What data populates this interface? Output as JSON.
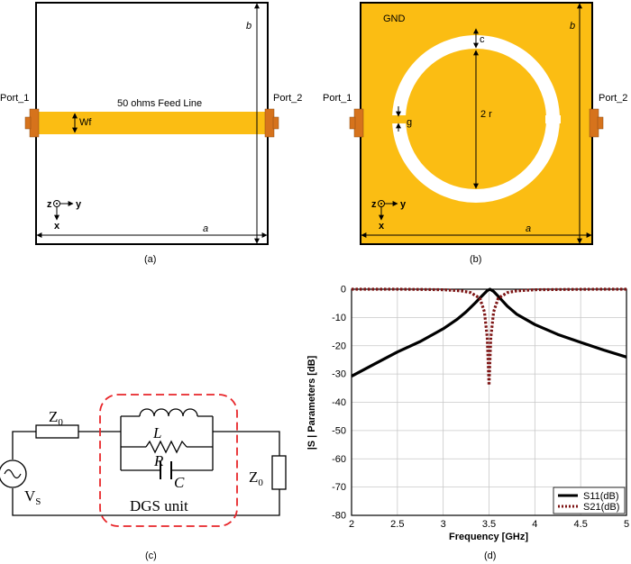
{
  "panel_a": {
    "caption": "(a)",
    "port1": "Port_1",
    "port2": "Port_2",
    "feed_label": "50 ohms Feed Line",
    "wf": "Wf",
    "dim_b": "b",
    "dim_a": "a",
    "axis_z": "z",
    "axis_y": "y",
    "axis_x": "x"
  },
  "panel_b": {
    "caption": "(b)",
    "gnd": "GND",
    "port1": "Port_1",
    "port2": "Port_2",
    "dim_c": "c",
    "dim_2r": "2 r",
    "dim_g": "g",
    "dim_b": "b",
    "dim_a": "a",
    "axis_z": "z",
    "axis_y": "y",
    "axis_x": "x"
  },
  "panel_c": {
    "caption": "(c)",
    "z0_left": "Z",
    "z0_left_sub": "0",
    "z0_right": "Z",
    "z0_right_sub": "0",
    "L": "L",
    "R": "R",
    "C": "C",
    "vs": "V",
    "vs_sub": "S",
    "dgs_label": "DGS unit"
  },
  "panel_d": {
    "caption": "(d)"
  },
  "colors": {
    "copper": "#fbbd13",
    "port": "#d6731c",
    "dashed": "#e8262a",
    "s11": "#000000",
    "s21": "#7d1414"
  },
  "chart_data": {
    "type": "line",
    "xlabel": "Frequency [GHz]",
    "ylabel": "|S | Parameters [dB]",
    "xlim": [
      2,
      5
    ],
    "ylim": [
      -80,
      0
    ],
    "xticks": [
      "2",
      "2.5",
      "3",
      "3.5",
      "4",
      "4.5",
      "5"
    ],
    "yticks": [
      "0",
      "-10",
      "-20",
      "-30",
      "-40",
      "-50",
      "-60",
      "-70",
      "-80"
    ],
    "grid": true,
    "legend_position": "bottom-right",
    "series": [
      {
        "name": "S11(dB)",
        "style": "solid",
        "x": [
          2,
          2.25,
          2.5,
          2.75,
          3.0,
          3.15,
          3.25,
          3.35,
          3.42,
          3.48,
          3.51,
          3.55,
          3.6,
          3.7,
          3.8,
          4.0,
          4.25,
          4.5,
          4.75,
          5.0
        ],
        "y": [
          -30.8,
          -26.5,
          -22.2,
          -18.5,
          -14.0,
          -10.7,
          -8.0,
          -4.8,
          -2.5,
          -0.5,
          0,
          -0.8,
          -2.5,
          -6.0,
          -8.8,
          -12.5,
          -16.0,
          -18.8,
          -21.5,
          -24.0
        ]
      },
      {
        "name": "S21(dB)",
        "style": "dotted",
        "x": [
          2,
          2.5,
          2.8,
          3.0,
          3.2,
          3.3,
          3.4,
          3.45,
          3.48,
          3.5,
          3.52,
          3.55,
          3.6,
          3.7,
          3.8,
          4.0,
          4.3,
          4.7,
          5.0
        ],
        "y": [
          0,
          0,
          -0.1,
          -0.2,
          -0.6,
          -1.2,
          -3.2,
          -8.0,
          -17.0,
          -34.0,
          -17.0,
          -8.0,
          -3.2,
          -1.2,
          -0.6,
          -0.2,
          -0.1,
          0,
          0
        ]
      }
    ]
  }
}
